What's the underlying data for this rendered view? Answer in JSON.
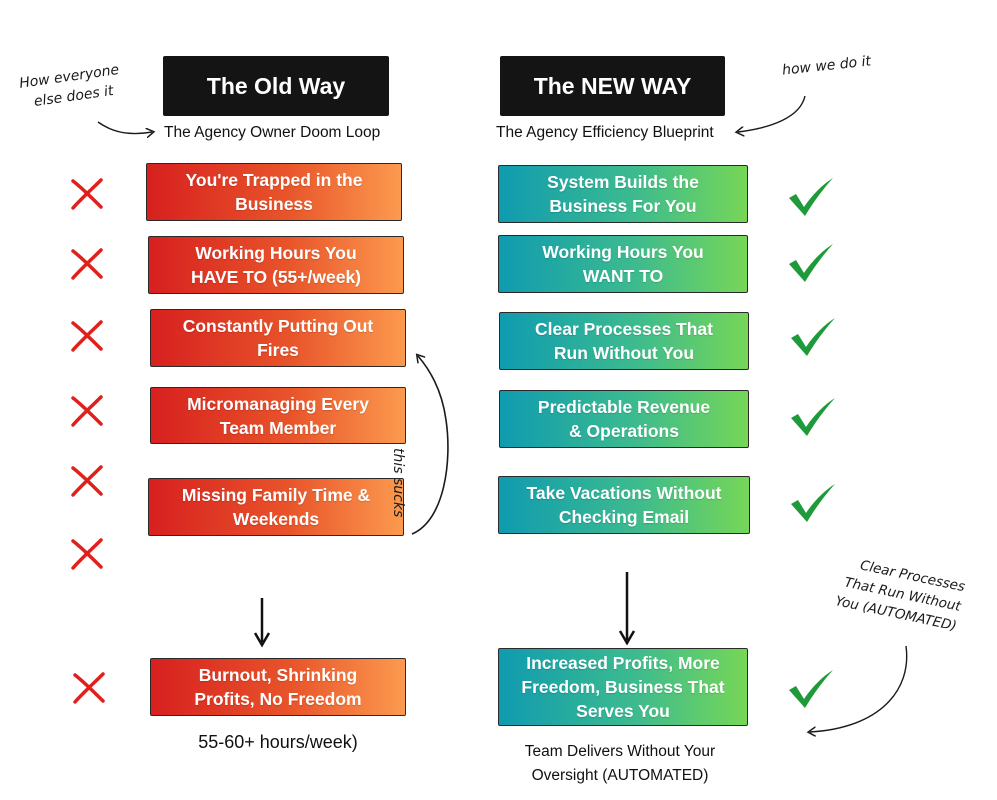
{
  "old_way": {
    "title": "The Old Way",
    "subtitle": "The Agency Owner Doom Loop",
    "items": [
      {
        "line1": "You're Trapped in the",
        "line2": "Business"
      },
      {
        "line1": "Working Hours You",
        "line2": "HAVE TO (55+/week)"
      },
      {
        "line1": "Constantly Putting Out",
        "line2": "Fires"
      },
      {
        "line1": "Micromanaging Every",
        "line2": "Team Member"
      },
      {
        "line1": "Missing Family Time &",
        "line2": "Weekends"
      }
    ],
    "result": {
      "line1": "Burnout, Shrinking",
      "line2": "Profits, No Freedom"
    },
    "footer": "55-60+ hours/week)",
    "mark_icon": "x-icon",
    "color_start": "#d7201f",
    "color_end": "#fc9a4e"
  },
  "new_way": {
    "title": "The NEW WAY",
    "subtitle": "The Agency Efficiency Blueprint",
    "items": [
      {
        "line1": "System Builds the",
        "line2": "Business For You"
      },
      {
        "line1": "Working Hours You",
        "line2": "WANT TO"
      },
      {
        "line1": "Clear Processes That",
        "line2": "Run Without You"
      },
      {
        "line1": "Predictable Revenue",
        "line2": "& Operations"
      },
      {
        "line1": "Take Vacations Without",
        "line2": "Checking Email"
      }
    ],
    "result": {
      "line1": "Increased Profits, More",
      "line2": "Freedom, Business That",
      "line3": "Serves You"
    },
    "footer_line1": "Team Delivers Without Your",
    "footer_line2": "Oversight (AUTOMATED)",
    "mark_icon": "checkmark-icon",
    "color_start": "#0f9bb0",
    "color_end": "#76d657"
  },
  "annotations": {
    "left_note_line1": "How everyone",
    "left_note_line2": "else does it",
    "right_note": "how we do it",
    "loop_note": "this sucks",
    "automated_note_line1": "Clear Processes",
    "automated_note_line2": "That Run Without",
    "automated_note_line3": "You (AUTOMATED)"
  },
  "colors": {
    "x_mark": "#e0201c",
    "check_mark": "#1f9a3a",
    "header_bg": "#141414"
  }
}
